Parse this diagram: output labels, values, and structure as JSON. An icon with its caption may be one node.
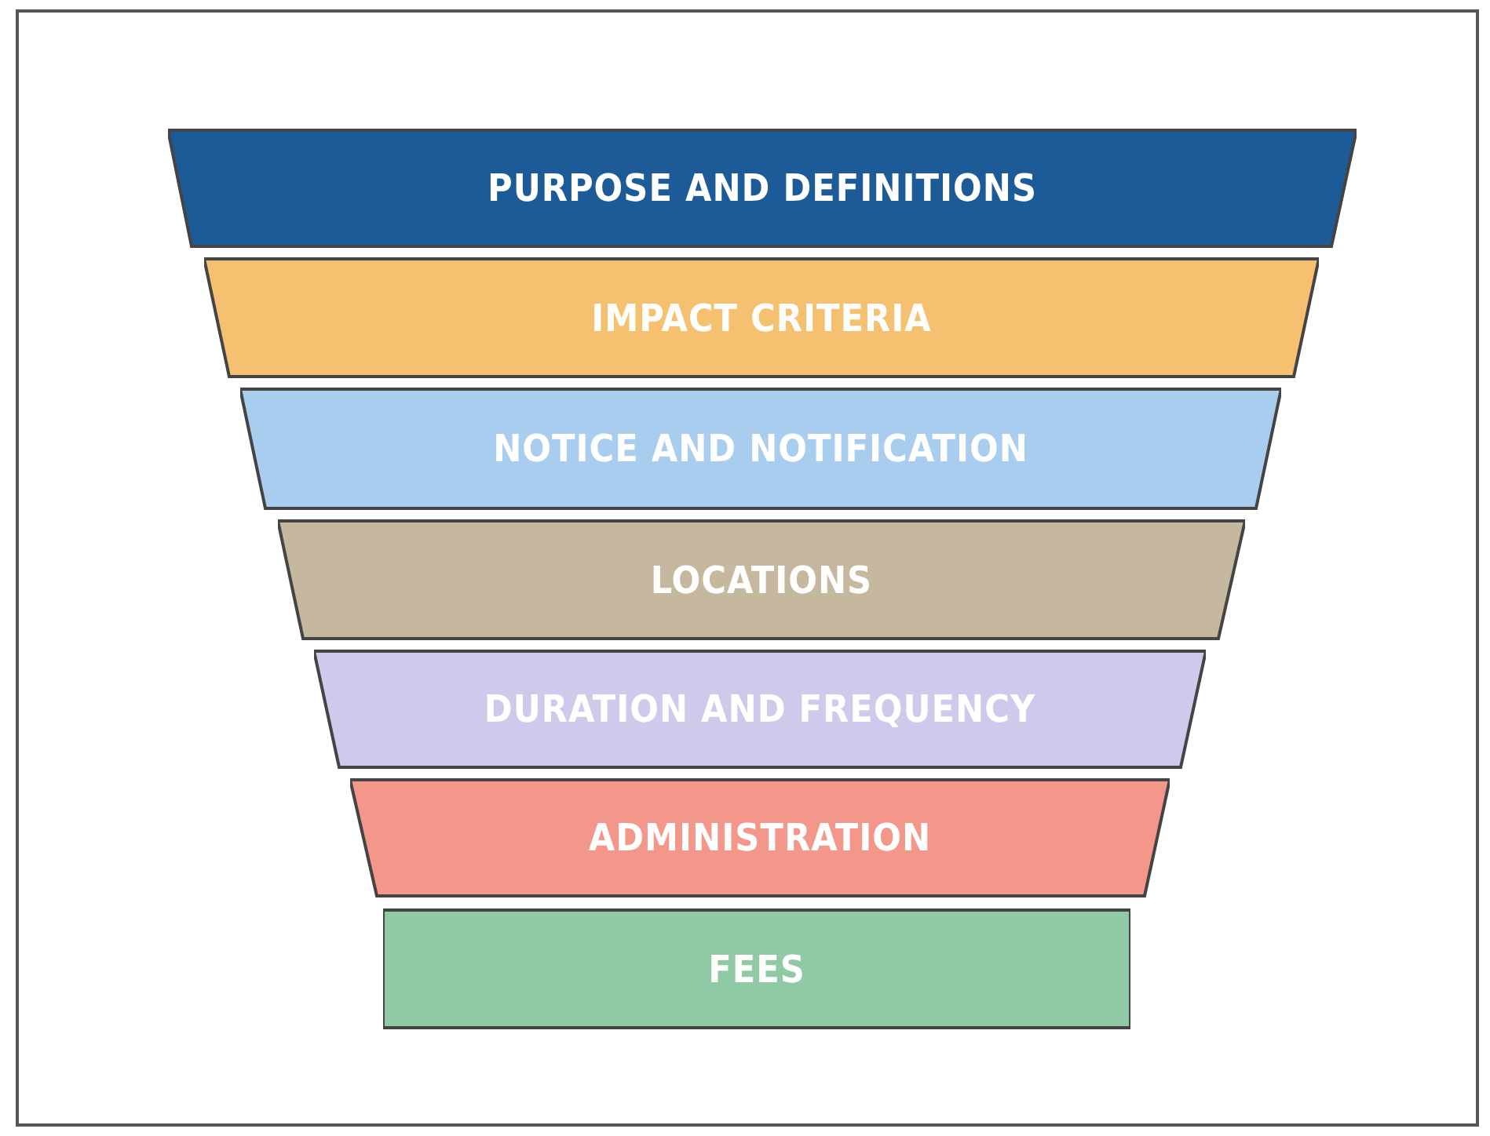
{
  "diagram": {
    "nodes": [
      {
        "text": [
          "PURPOSE AND DEFINITIONS"
        ]
      },
      {
        "text": [
          "IMPACT CRITERIA"
        ]
      },
      {
        "text": [
          "NOTICE AND NOTIFICATION"
        ]
      },
      {
        "text": [
          "LOCATIONS"
        ]
      },
      {
        "text": [
          "DURATION AND FREQUENCY"
        ]
      },
      {
        "text": [
          "ADMINISTRATION"
        ]
      },
      {
        "text": [
          "FEES"
        ]
      }
    ]
  }
}
